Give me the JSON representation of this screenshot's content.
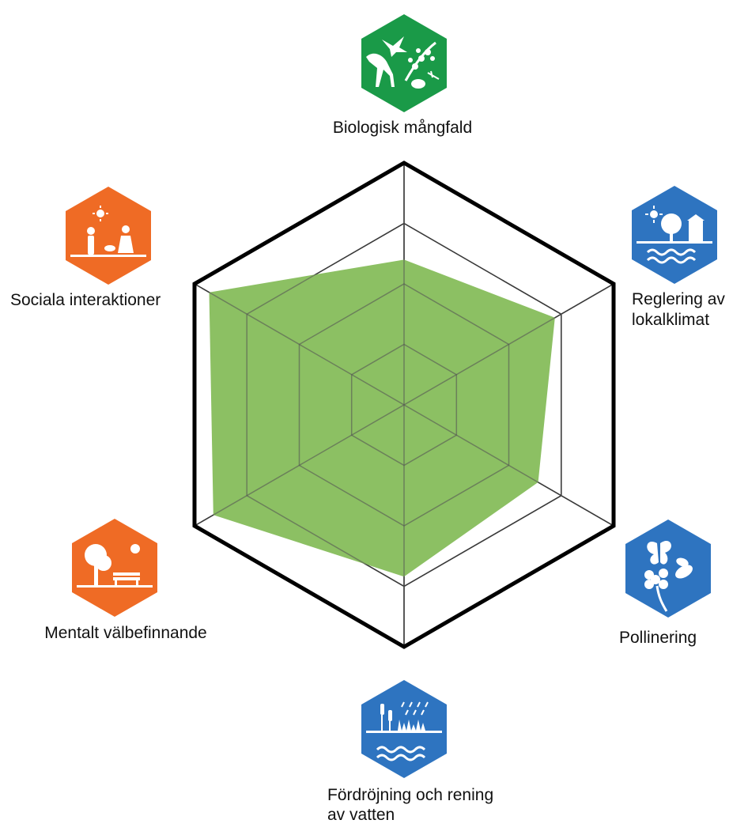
{
  "chart_data": {
    "type": "radar",
    "levels": 4,
    "max": 1,
    "categories": [
      "Biologisk mångfald",
      "Reglering av lokalklimat",
      "Pollinering",
      "Fördröjning och rening av vatten",
      "Mentalt välbefinnande",
      "Sociala interaktioner"
    ],
    "series": [
      {
        "values": [
          0.6,
          0.72,
          0.64,
          0.71,
          0.91,
          0.93
        ]
      }
    ],
    "colors": {
      "fill": "#8cc063",
      "outer_ring": "#000000",
      "grid": "#555555",
      "green_icon": "#1a9a48",
      "blue_icon": "#2e74c0",
      "orange_icon": "#ef6b25"
    }
  },
  "icons": [
    {
      "name": "biodiversity-icon",
      "color": "green"
    },
    {
      "name": "local-climate-icon",
      "color": "blue"
    },
    {
      "name": "pollination-icon",
      "color": "blue"
    },
    {
      "name": "water-retention-icon",
      "color": "blue"
    },
    {
      "name": "mental-wellbeing-icon",
      "color": "orange"
    },
    {
      "name": "social-interaction-icon",
      "color": "orange"
    }
  ]
}
